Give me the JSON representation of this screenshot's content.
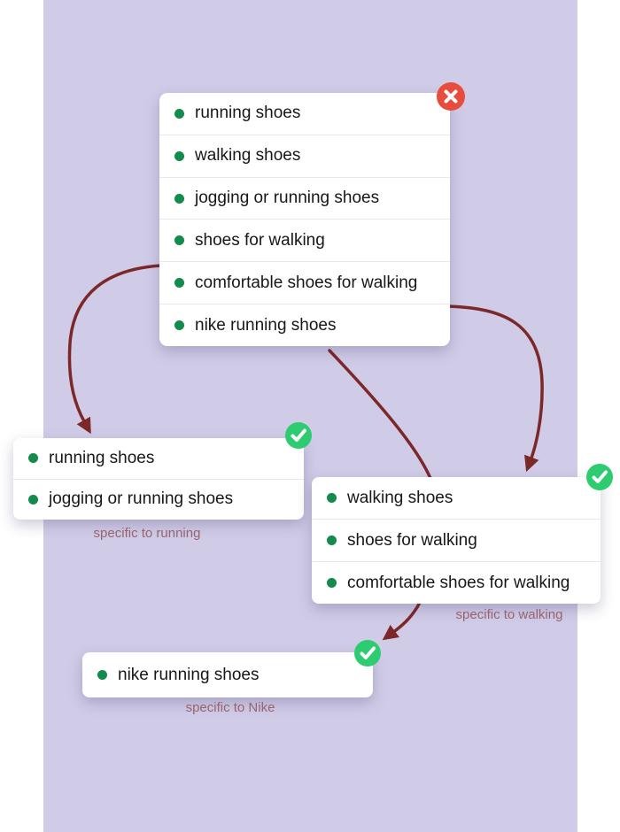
{
  "source_card": {
    "status": "rejected",
    "items": [
      "running shoes",
      "walking shoes",
      "jogging or running shoes",
      "shoes for walking",
      "comfortable shoes for walking",
      "nike running shoes"
    ]
  },
  "groups": {
    "running": {
      "status": "accepted",
      "items": [
        "running shoes",
        "jogging or running shoes"
      ],
      "label": "specific to running"
    },
    "walking": {
      "status": "accepted",
      "items": [
        "walking shoes",
        "shoes for walking",
        "comfortable shoes for walking"
      ],
      "label": "specific to walking"
    },
    "nike": {
      "status": "accepted",
      "items": [
        "nike running shoes"
      ],
      "label": "specific to Nike"
    }
  },
  "colors": {
    "panel": "#d0cce8",
    "bullet": "#158a4d",
    "accept": "#2ecc71",
    "reject": "#e74c3c",
    "arrow": "#7c2829",
    "label": "#99636e"
  }
}
